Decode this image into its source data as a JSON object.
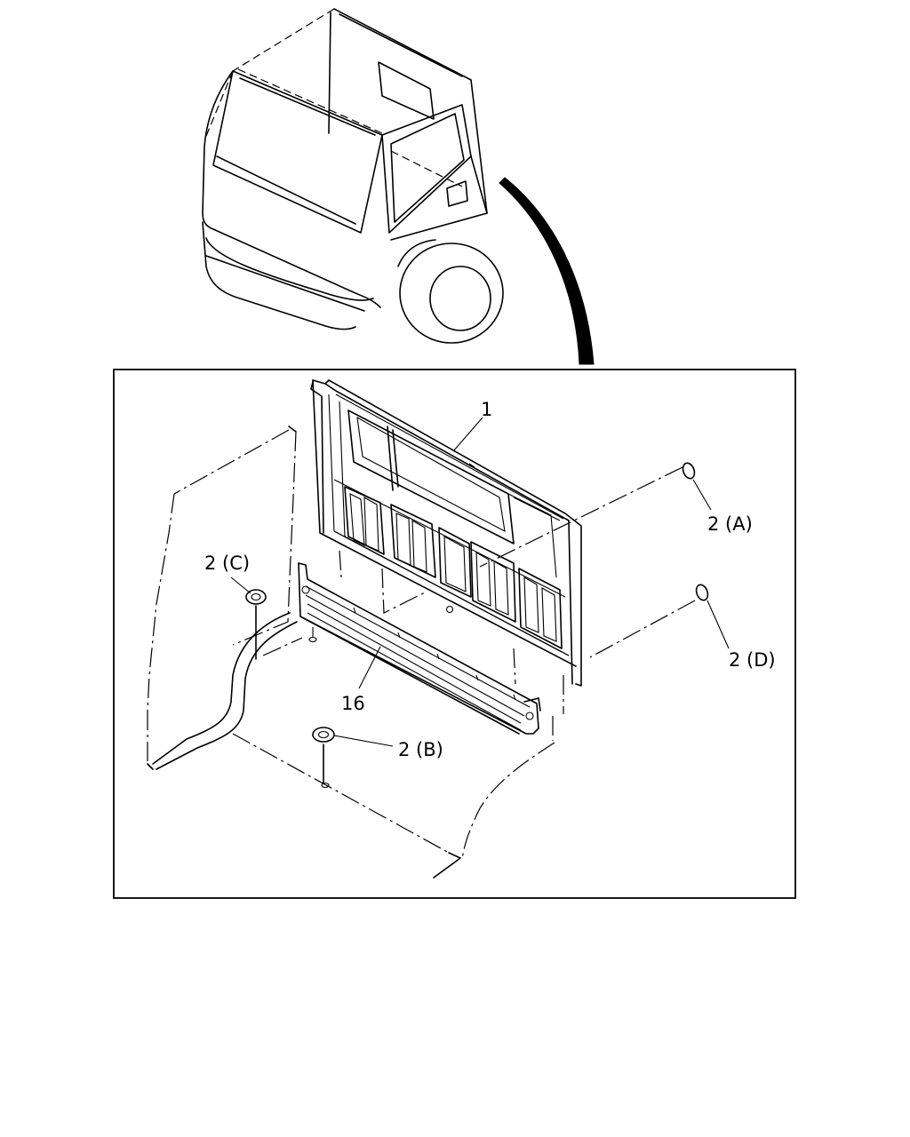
{
  "diagram": {
    "callouts": {
      "part_1": "1",
      "part_2a": "2 (A)",
      "part_2b": "2 (B)",
      "part_2c": "2 (C)",
      "part_2d": "2 (D)",
      "part_16": "16"
    },
    "colors": {
      "line": "#000000",
      "background": "#ffffff"
    }
  }
}
